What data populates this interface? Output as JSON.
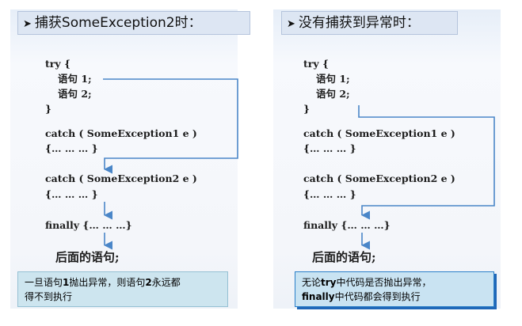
{
  "left": {
    "title": "捕获SomeException2时：",
    "code": {
      "try_open": "try {",
      "stmt1": "语句 1;",
      "stmt2": "语句 2;",
      "try_close": "}",
      "catch1": "catch ( SomeException1 e )",
      "catch1_body": "{… … … }",
      "catch2": "catch ( SomeException2 e )",
      "catch2_body": "{… … … }",
      "finally": "finally {… … …}",
      "after": "后面的语句;"
    },
    "note": {
      "part1": "一旦语句",
      "bold1": "1",
      "part2": "抛出异常，则语句",
      "bold2": "2",
      "part3": "永远都",
      "line2": "得不到执行"
    }
  },
  "right": {
    "title": "没有捕获到异常时：",
    "code": {
      "try_open": "try {",
      "stmt1": "语句 1;",
      "stmt2": "语句 2;",
      "try_close": "}",
      "catch1": "catch ( SomeException1 e )",
      "catch1_body": "{… … … }",
      "catch2": "catch ( SomeException2 e )",
      "catch2_body": "{… … … }",
      "finally": "finally {… … …}",
      "after": "后面的语句;"
    },
    "note": {
      "part1": "无论",
      "bold1": "try",
      "part2": "中代码是否抛出异常，",
      "bold2": "finally",
      "part3": "中代码都会得到执行"
    }
  },
  "colors": {
    "arrow": "#4a86c8",
    "title_bg": "#dde6f3",
    "note_left_bg": "#cde5ef",
    "note_right_bg": "#c9e3f2"
  }
}
